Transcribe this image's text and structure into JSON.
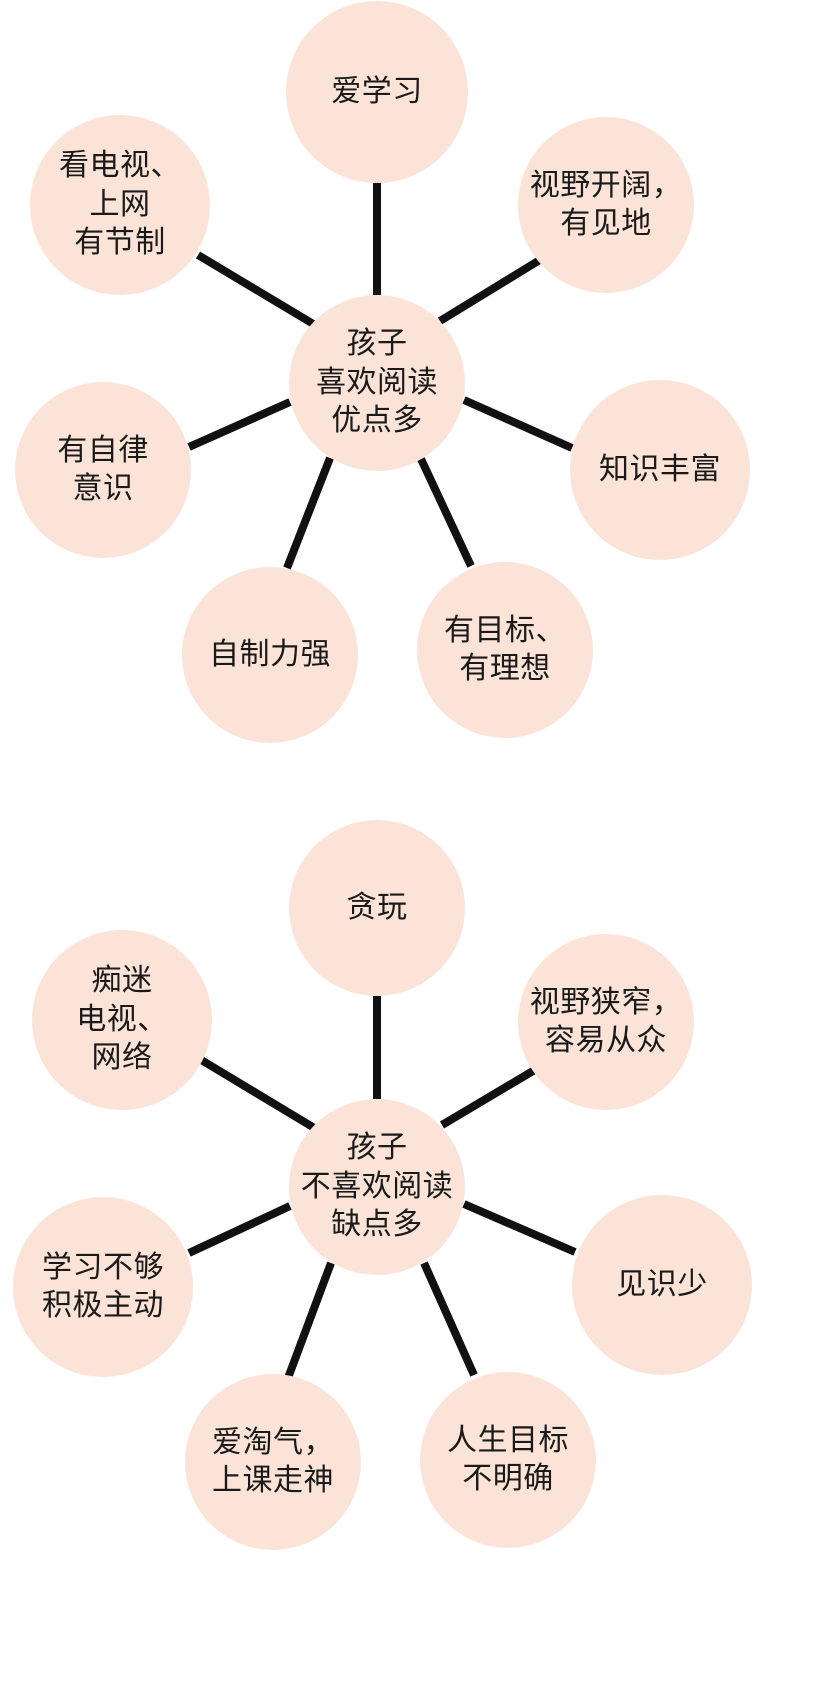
{
  "page": {
    "background_color": "#ffffff",
    "node_fill_color": "#FBE4D7",
    "edge_color": "#111111",
    "text_color": "#1a1a1a"
  },
  "diagrams": [
    {
      "id": "benefits",
      "center": {
        "label": "孩子\n喜欢阅读\n优点多"
      },
      "satellites": [
        {
          "label": "爱学习"
        },
        {
          "label": "视野开阔，\n有见地"
        },
        {
          "label": "知识丰富"
        },
        {
          "label": "有目标、\n有理想"
        },
        {
          "label": "自制力强"
        },
        {
          "label": "有自律\n意识"
        },
        {
          "label": "看电视、\n上网\n有节制"
        }
      ]
    },
    {
      "id": "drawbacks",
      "center": {
        "label": "孩子\n不喜欢阅读\n缺点多"
      },
      "satellites": [
        {
          "label": "贪玩"
        },
        {
          "label": "视野狭窄，\n容易从众"
        },
        {
          "label": "见识少"
        },
        {
          "label": "人生目标\n不明确"
        },
        {
          "label": "爱淘气，\n上课走神"
        },
        {
          "label": "学习不够\n积极主动"
        },
        {
          "label": "痴迷\n电视、\n网络"
        }
      ]
    }
  ]
}
